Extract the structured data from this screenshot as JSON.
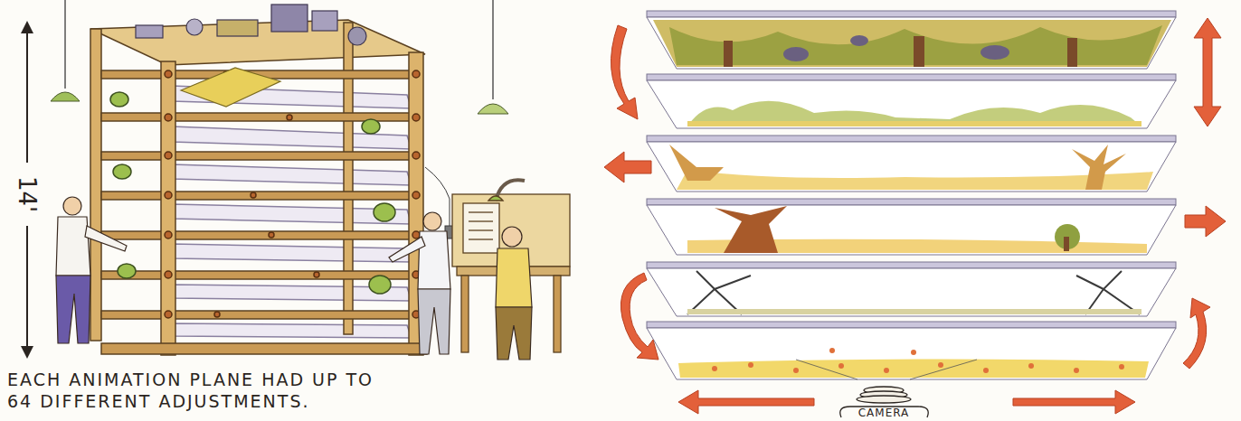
{
  "diagram": {
    "caption": "EACH ANIMATION PLANE HAD UP TO 64 DIFFERENT ADJUSTMENTS.",
    "labels": [
      "14'",
      "CAMERA"
    ]
  }
}
